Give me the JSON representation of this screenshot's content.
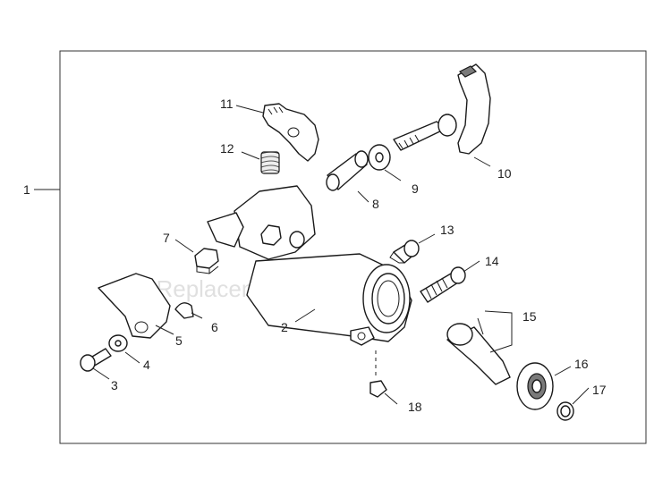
{
  "watermark": "eReplacementParts.com",
  "callouts": {
    "p1": "1",
    "p2": "2",
    "p3": "3",
    "p4": "4",
    "p5": "5",
    "p6": "6",
    "p7": "7",
    "p8": "8",
    "p9": "9",
    "p10": "10",
    "p11": "11",
    "p12": "12",
    "p13": "13",
    "p14": "14",
    "p15": "15",
    "p16": "16",
    "p17": "17",
    "p18": "18"
  }
}
